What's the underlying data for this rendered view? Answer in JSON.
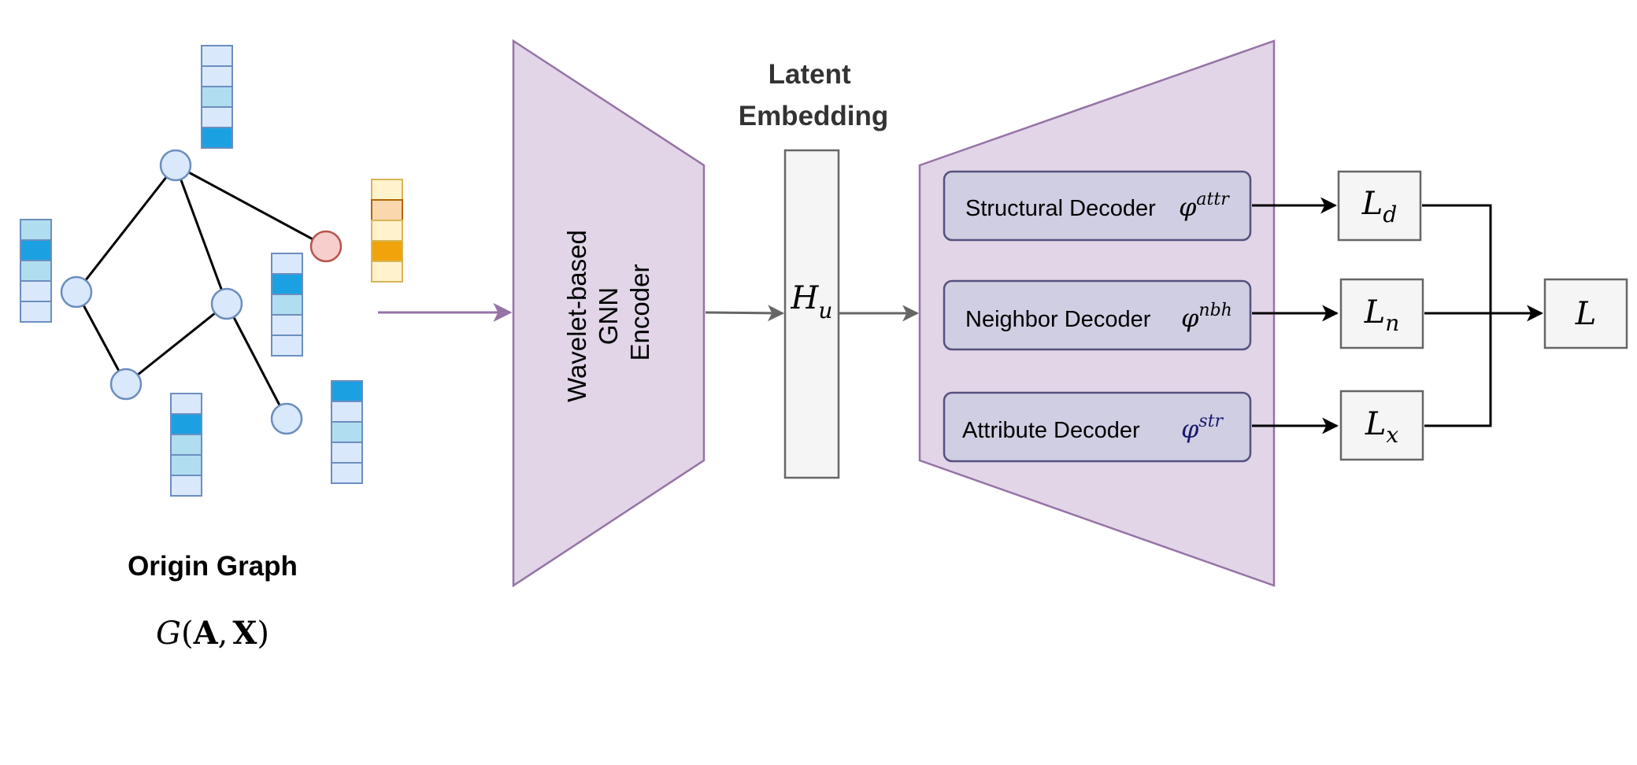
{
  "graph": {
    "title": "Origin Graph",
    "formula": {
      "G": "G",
      "open": "(",
      "A": "A",
      "comma": ",",
      "X": "X",
      "close": ")"
    }
  },
  "encoder": {
    "line1": "Wavelet-based",
    "line2": "GNN",
    "line3": "Encoder"
  },
  "latent": {
    "title_line1": "Latent",
    "title_line2": "Embedding",
    "symbol": "H",
    "subscript": "u"
  },
  "decoders": [
    {
      "label": "Structural Decoder",
      "phi": "φ",
      "superscript": "attr"
    },
    {
      "label": "Neighbor Decoder",
      "phi": "φ",
      "superscript": "nbh"
    },
    {
      "label": "Attribute Decoder",
      "phi": "φ",
      "superscript": "str"
    }
  ],
  "losses": [
    {
      "symbol": "L",
      "subscript": "d"
    },
    {
      "symbol": "L",
      "subscript": "n"
    },
    {
      "symbol": "L",
      "subscript": "x"
    }
  ],
  "total_loss": {
    "symbol": "L"
  },
  "colors": {
    "node_fill": "#dae8fc",
    "node_stroke": "#6c8ebf",
    "anomaly_fill": "#f8cecc",
    "anomaly_stroke": "#b85450",
    "cell_light": "#dae8fc",
    "cell_mid": "#b1ddf0",
    "cell_dark": "#1ba1e2",
    "orange_light": "#fff2cc",
    "orange_mid": "#fad7ac",
    "orange_dark": "#f0a30a",
    "orange_stroke": "#d6b656",
    "purple_fill": "#e1d5e7",
    "purple_stroke": "#9673a6",
    "decoder_fill": "#d0cee2",
    "decoder_stroke": "#56517e",
    "box_fill": "#f5f5f5",
    "box_stroke": "#666666"
  }
}
